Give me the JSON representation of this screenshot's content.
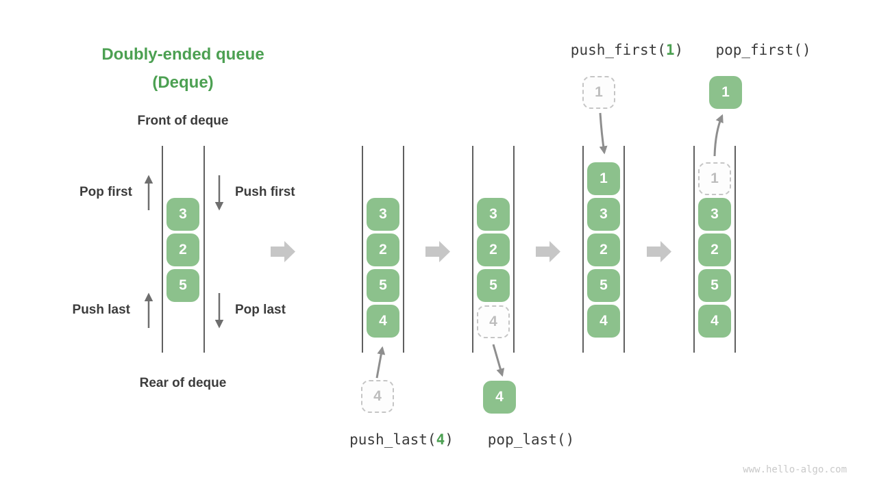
{
  "page": {
    "title_line1": "Doubly-ended queue",
    "title_line2": "(Deque)",
    "watermark": "www.hello-algo.com"
  },
  "colors": {
    "box_green": "#8CC18C",
    "title_green": "#4CA052",
    "code_arg_green": "#4CA052",
    "dark_text": "#3C3C3C",
    "queue_line_gray": "#5F5F5F",
    "arrow_gray": "#6E6E6E",
    "connector_arrow_gray": "#8E8E8E",
    "block_arrow_gray": "#C6C6C6",
    "ghost_border_gray": "#C5C5C5",
    "ghost_text_gray": "#BDBDBD",
    "watermark_gray": "#C9C9C9"
  },
  "deque_diagram": {
    "front_label": "Front of deque",
    "rear_label": "Rear of deque",
    "pop_first_label": "Pop first",
    "push_first_label": "Push first",
    "push_last_label": "Push last",
    "pop_last_label": "Pop last"
  },
  "operations": {
    "push_last_pre": "push_last(",
    "push_last_arg": "4",
    "push_last_post": ")",
    "pop_last": "pop_last()",
    "push_first_pre": "push_first(",
    "push_first_arg": "1",
    "push_first_post": ")",
    "pop_first": "pop_first()"
  },
  "queues": {
    "q1": {
      "cells": [
        "3",
        "2",
        "5"
      ]
    },
    "q2": {
      "cells": [
        "3",
        "2",
        "5",
        "4"
      ],
      "incoming": "4"
    },
    "q3": {
      "cells": [
        "3",
        "2",
        "5"
      ],
      "ghost": "4",
      "outgoing": "4"
    },
    "q4": {
      "cells": [
        "1",
        "3",
        "2",
        "5",
        "4"
      ],
      "incoming": "1"
    },
    "q5": {
      "ghost": "1",
      "cells": [
        "3",
        "2",
        "5",
        "4"
      ],
      "outgoing": "1"
    }
  }
}
